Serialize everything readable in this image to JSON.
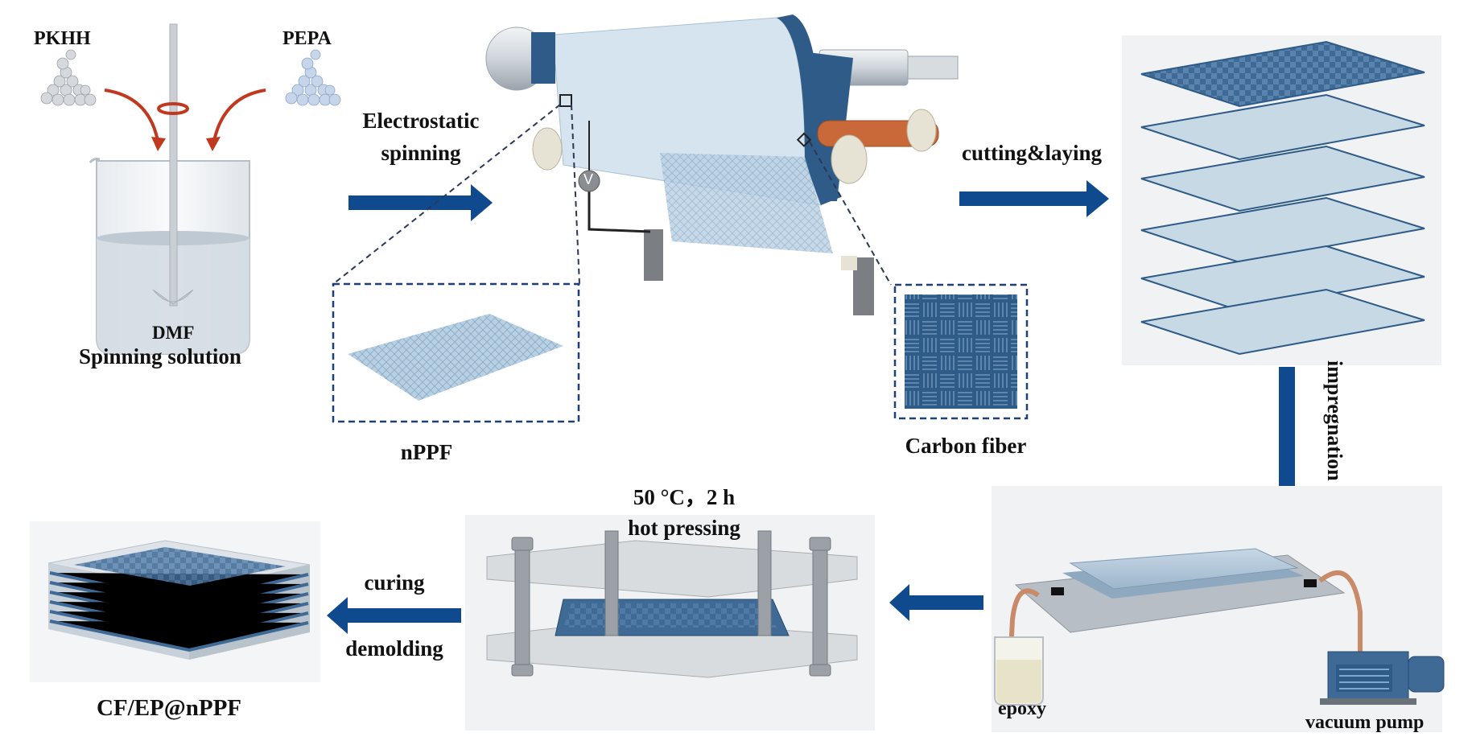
{
  "labels": {
    "pkhh": "PKHH",
    "pepa": "PEPA",
    "dmf": "DMF",
    "spinning_solution": "Spinning solution",
    "electrostatic": "Electrostatic",
    "spinning": "spinning",
    "voltage": "V",
    "nppf": "nPPF",
    "carbon_fiber": "Carbon fiber",
    "cutting_laying": "cutting&laying",
    "impregnation": "impregnation",
    "epoxy": "epoxy",
    "vacuum_pump": "vacuum pump",
    "temperature_time": "50 °C，2 h",
    "hot_pressing": "hot pressing",
    "curing": "curing",
    "demolding": "demolding",
    "product": "CF/EP@nPPF"
  },
  "colors": {
    "arrow": "#0f4a8f",
    "fabric_blue": "#3f6a96",
    "light_film": "#c9dbe8",
    "copper": "#c9693a",
    "grey_panel": "#f1f2f4"
  }
}
